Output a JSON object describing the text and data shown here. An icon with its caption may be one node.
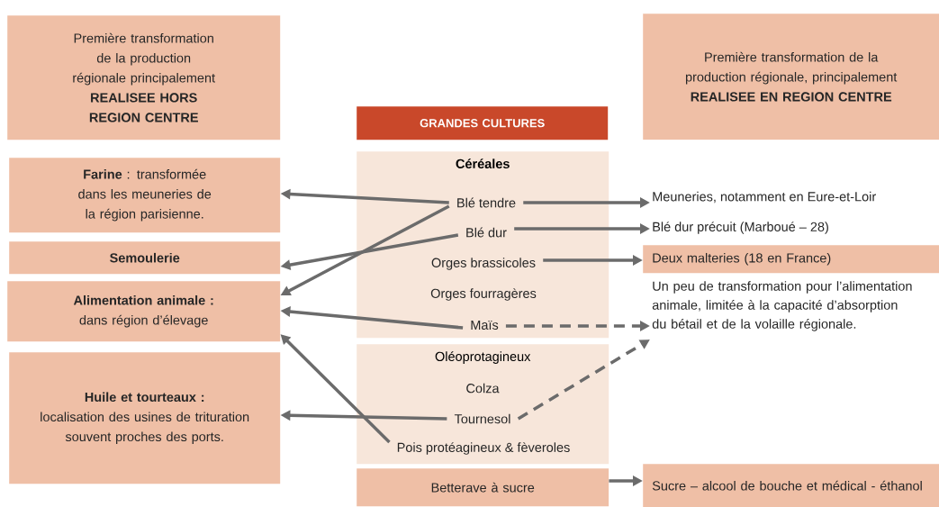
{
  "diagram": {
    "nodes": [
      {
        "text": [
          "Première transformation de la production régionale principalement",
          "REALISEE HORS REGION CENTRE"
        ]
      },
      {
        "text": [
          "**Farine** : transformée dans les meuneries de la région parisienne."
        ]
      },
      {
        "text": [
          "Semoulerie"
        ]
      },
      {
        "text": [
          "Alimentation animale :",
          "dans région d’élevage"
        ]
      },
      {
        "text": [
          "Huile et tourteaux :",
          "localisation des usines de trituration souvent proches des ports."
        ]
      },
      {
        "text": [
          "GRANDES CULTURES"
        ]
      },
      {
        "text": [
          "Céréales"
        ]
      },
      {
        "text": [
          "Blé tendre"
        ],
        "in": 6
      },
      {
        "text": [
          "Blé dur"
        ],
        "in": 6
      },
      {
        "text": [
          "Orges brassicoles"
        ],
        "in": 6
      },
      {
        "text": [
          "Orges fourragères"
        ],
        "in": 6
      },
      {
        "text": [
          "Maïs"
        ],
        "in": 6
      },
      {
        "text": [
          "Oléoprotagineux"
        ]
      },
      {
        "text": [
          "Colza"
        ],
        "in": 12
      },
      {
        "text": [
          "Tournesol"
        ],
        "in": 12
      },
      {
        "text": [
          "Pois protéagineux & fèveroles"
        ],
        "in": 12
      },
      {
        "text": [
          "Betterave à sucre"
        ]
      },
      {
        "text": [
          "Première transformation de la production régionale, principalement",
          "REALISEE EN REGION CENTRE"
        ]
      },
      {
        "text": [
          "Meuneries, notamment en Eure-et-Loir"
        ]
      },
      {
        "text": [
          "Blé dur précuit (Marboué – 28)"
        ]
      },
      {
        "text": [
          "Deux malteries (18 en France)"
        ]
      },
      {
        "text": [
          "Un peu de transformation pour l’alimentation animale, limitée à la capacité d’absorption du bétail et de la volaille régionale."
        ]
      },
      {
        "text": [
          "Sucre – alcool de bouche et médical - éthanol"
        ]
      }
    ],
    "edges": [
      {
        "from": 7,
        "to": 1,
        "arrow": "to"
      },
      {
        "from": 7,
        "to": 3,
        "arrow": "to"
      },
      {
        "from": 8,
        "to": 2,
        "arrow": "to"
      },
      {
        "from": 11,
        "to": 3,
        "arrow": "to"
      },
      {
        "from": 15,
        "to": 3,
        "arrow": "to"
      },
      {
        "from": 14,
        "to": 4,
        "arrow": "to"
      },
      {
        "from": 7,
        "to": 18,
        "arrow": "to"
      },
      {
        "from": 8,
        "to": 19,
        "arrow": "to"
      },
      {
        "from": 9,
        "to": 20,
        "arrow": "to"
      },
      {
        "from": 11,
        "to": 21,
        "arrow": "to",
        "style": "dashed"
      },
      {
        "from": 14,
        "to": 21,
        "arrow": "to",
        "style": "dashed"
      },
      {
        "from": 16,
        "to": 22,
        "arrow": "to"
      }
    ]
  }
}
